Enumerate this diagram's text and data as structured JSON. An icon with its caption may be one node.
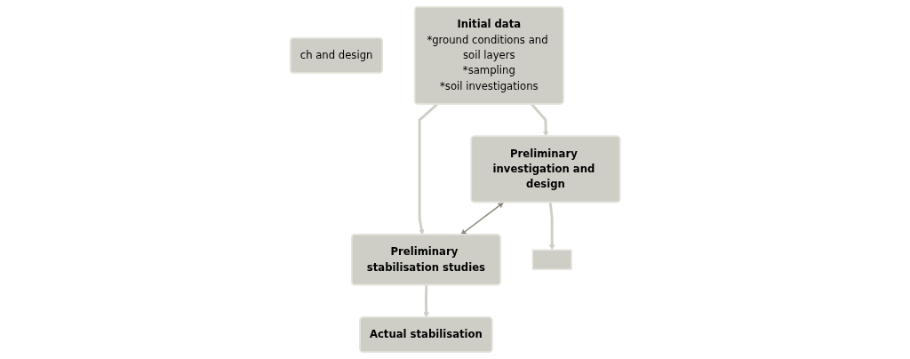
{
  "diagram": {
    "nodes": [
      {
        "text": [
          "ch and design"
        ]
      },
      {
        "text": [
          "Initial data",
          "*ground conditions and soil layers",
          "*sampling",
          "*soil investigations"
        ]
      },
      {
        "text": [
          "Preliminary investigation and design"
        ]
      },
      {
        "text": [
          "Preliminary stabilisation studies"
        ]
      },
      {
        "text": [],
        "shape": "box"
      },
      {
        "text": [
          "Actual stabilisation"
        ]
      }
    ],
    "edges": [
      {
        "from": 1,
        "to": 2,
        "arrow": "to"
      },
      {
        "from": 1,
        "to": 3,
        "arrow": "to"
      },
      {
        "from": 2,
        "to": 3,
        "arrow": "both",
        "color": "#8c8b7d"
      },
      {
        "from": 2,
        "to": 4,
        "arrow": "to"
      },
      {
        "from": 3,
        "to": 5,
        "arrow": "to"
      }
    ]
  }
}
